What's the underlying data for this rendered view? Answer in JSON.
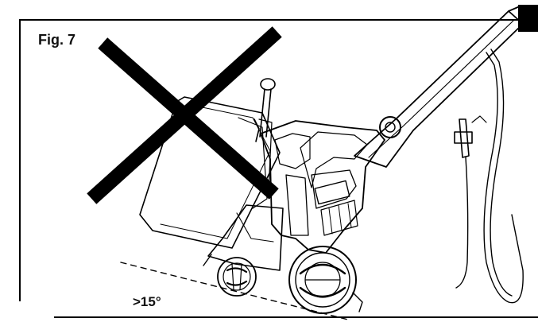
{
  "figure": {
    "label": "Fig. 7",
    "angle_label": ">15°",
    "prohibited_mark": "large-x-mark",
    "colors": {
      "ink": "#000000",
      "background": "#ffffff"
    }
  }
}
